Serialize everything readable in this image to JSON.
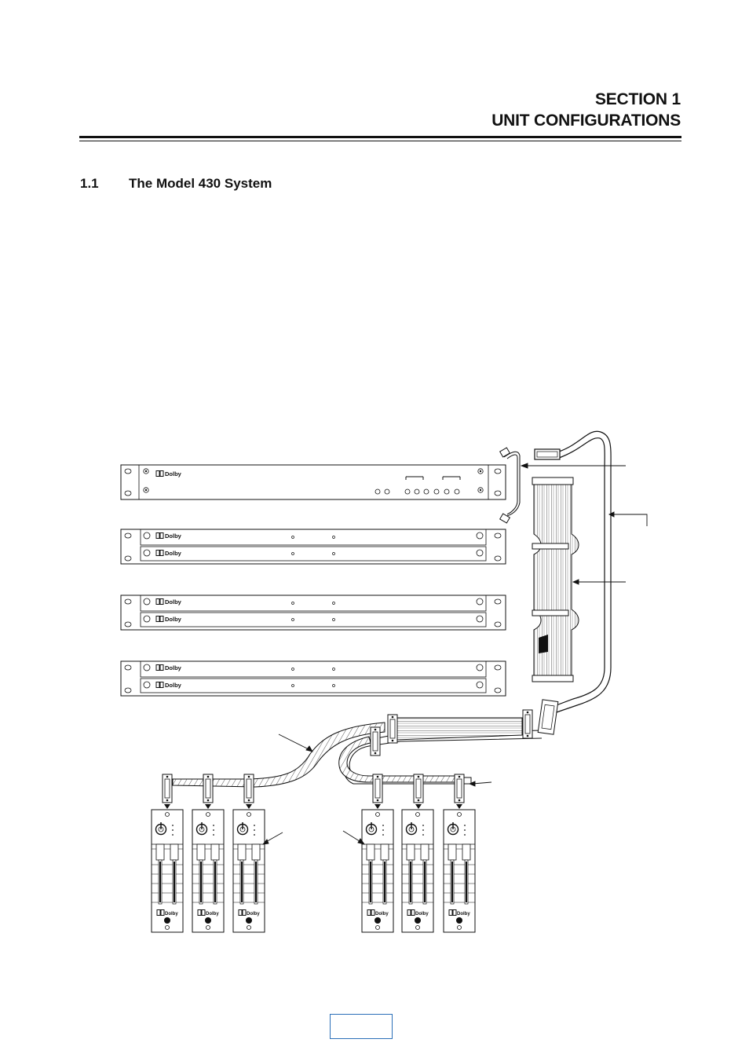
{
  "header": {
    "section_line1": "SECTION 1",
    "section_line2": "UNIT CONFIGURATIONS"
  },
  "subsection": {
    "number": "1.1",
    "title": "The Model 430 System"
  },
  "figure": {
    "brand_label": "Dolby",
    "icon": "dolby-double-d-logo"
  },
  "colors": {
    "ink": "#111111",
    "page_box_border": "#2a6fb8"
  }
}
